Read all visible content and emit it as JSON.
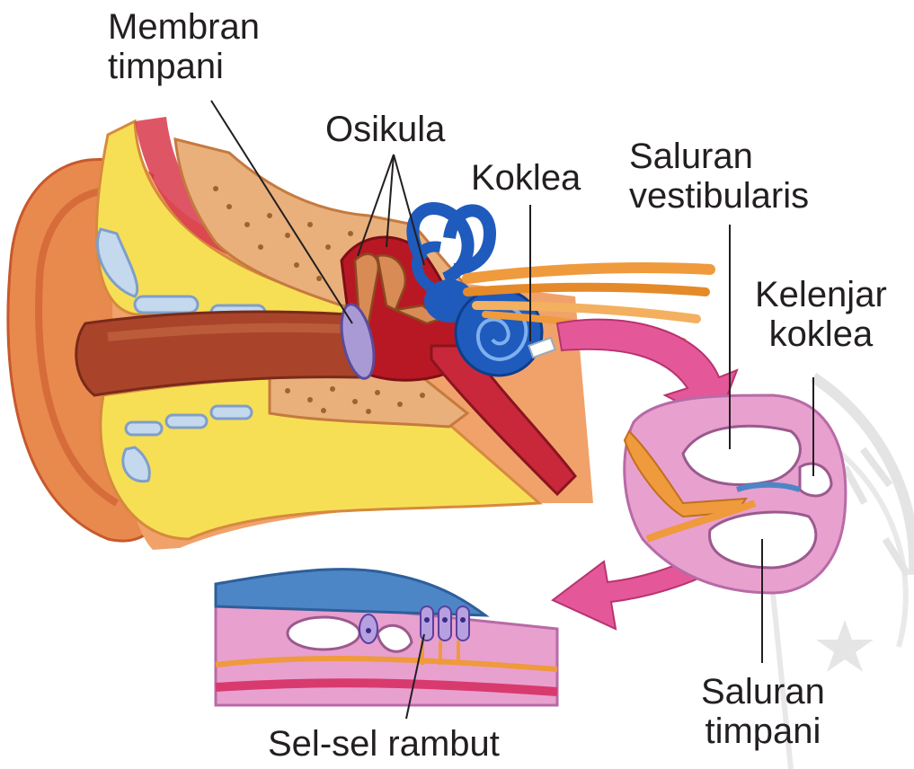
{
  "labels": {
    "membran_timpani": [
      "Membran",
      "timpani"
    ],
    "osikula": "Osikula",
    "koklea": "Koklea",
    "saluran_vestibularis": [
      "Saluran",
      "vestibularis"
    ],
    "kelenjar_koklea": [
      "Kelenjar",
      "koklea"
    ],
    "saluran_timpani": [
      "Saluran",
      "timpani"
    ],
    "sel_sel_rambut": "Sel-sel rambut"
  },
  "colors": {
    "skin": "#e8894e",
    "skin_dark": "#c8582c",
    "fat": "#f7df55",
    "bone": "#e9b07c",
    "bone_spots": "#9c6432",
    "cartilage": "#c4d8ee",
    "canal": "#a9442a",
    "middle_ear": "#b81824",
    "eardrum": "#a99ad6",
    "inner_ear": "#1e5bbd",
    "nerve": "#ef9a3c",
    "arrow": "#e4589a",
    "cochlea_section": "#e8a0cf",
    "tectorial": "#4d86c6",
    "stamp": "#cfcfcf"
  }
}
